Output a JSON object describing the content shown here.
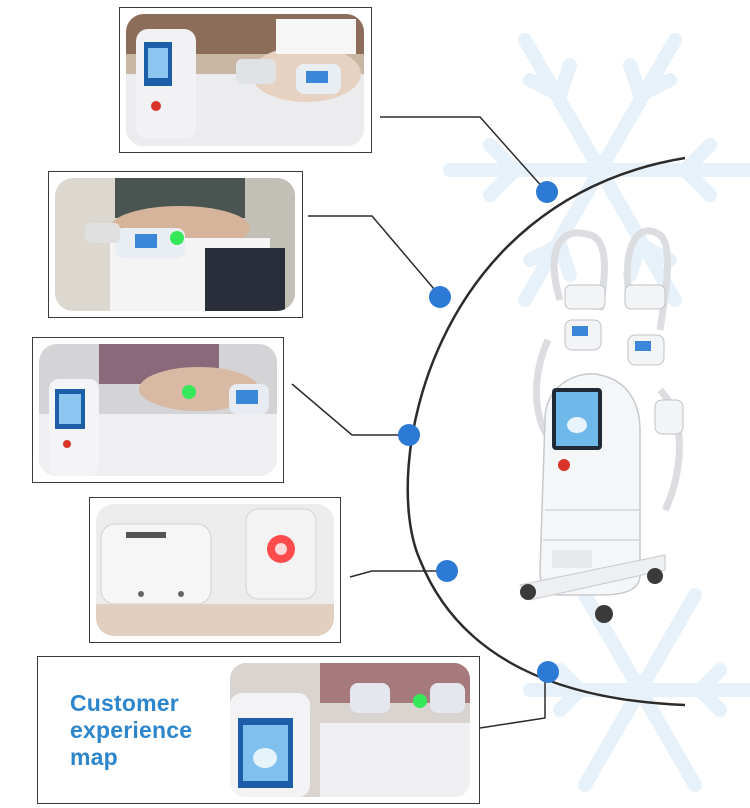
{
  "caption": {
    "line1": "Customer",
    "line2": "experience",
    "line3": "map"
  },
  "colors": {
    "accent_blue": "#2d86cc",
    "node_blue": "#2c7ad6",
    "snowflake": "#e6f1fa",
    "line": "#2b2b2b"
  },
  "photos": [
    {
      "id": "photo-1",
      "subject": "cryolipolysis handle on abdomen with red light"
    },
    {
      "id": "photo-2",
      "subject": "cryolipolysis handle on abdomen with green light"
    },
    {
      "id": "photo-3",
      "subject": "treatment on side of body with green light"
    },
    {
      "id": "photo-4",
      "subject": "close-up of handles with red light"
    },
    {
      "id": "photo-5",
      "subject": "machine screen and handle in treatment"
    }
  ],
  "machine": {
    "subject": "white vertical cryolipolysis machine with touchscreen and four handles"
  }
}
